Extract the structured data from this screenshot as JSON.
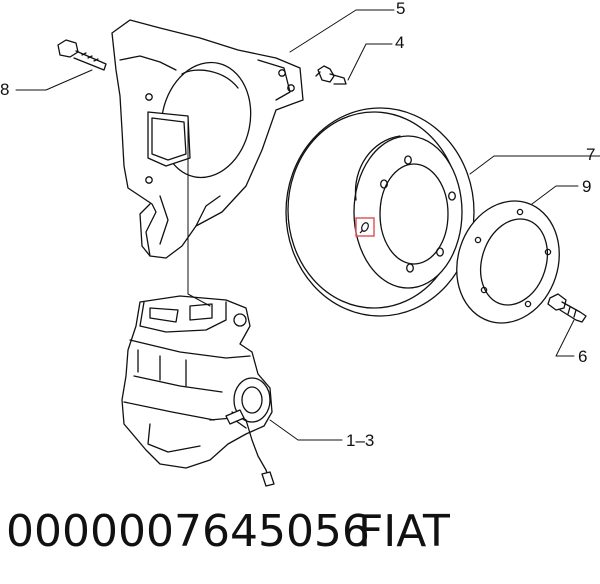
{
  "diagram": {
    "callouts": {
      "c5": "5",
      "c4": "4",
      "c8": "8",
      "c7": "7",
      "c9": "9",
      "c6": "6",
      "c1_3": "1–3"
    },
    "marker_icon": "wear-indicator-icon",
    "marker_color": "#e05a5a"
  },
  "footer": {
    "part_number": "0000007645056",
    "brand": "FIAT"
  }
}
